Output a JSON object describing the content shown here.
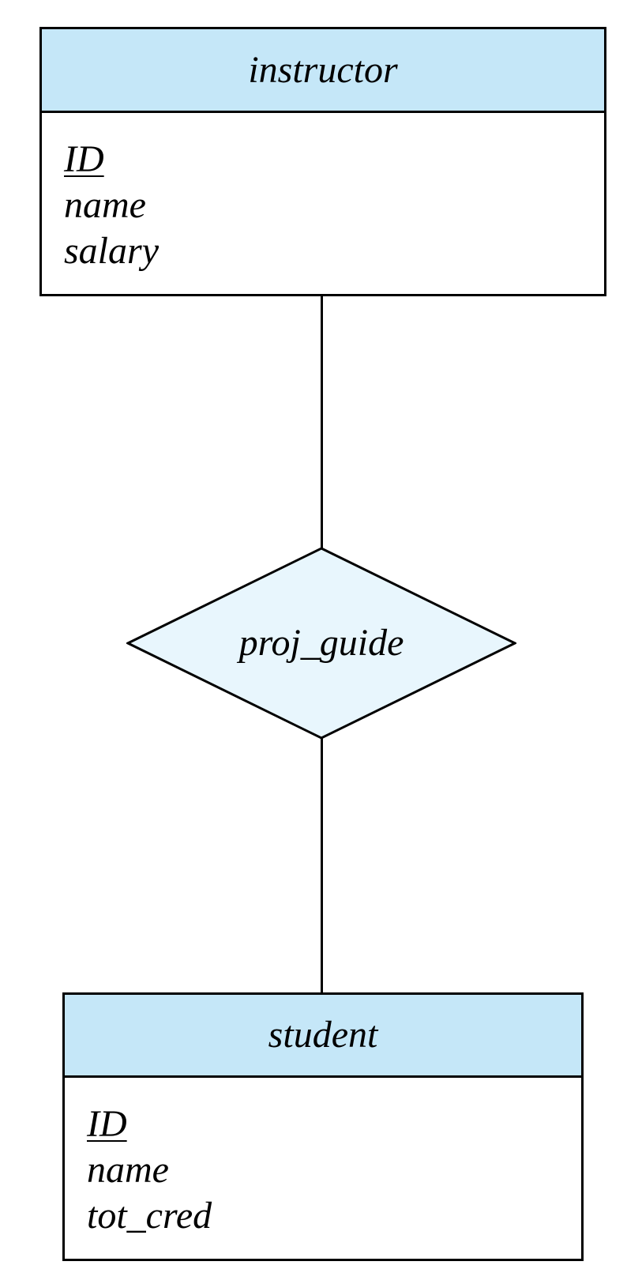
{
  "entities": {
    "instructor": {
      "name": "instructor",
      "attributes": [
        {
          "label": "ID",
          "primary_key": true
        },
        {
          "label": "name",
          "primary_key": false
        },
        {
          "label": "salary",
          "primary_key": false
        }
      ]
    },
    "student": {
      "name": "student",
      "attributes": [
        {
          "label": "ID",
          "primary_key": true
        },
        {
          "label": "name",
          "primary_key": false
        },
        {
          "label": "tot_cred",
          "primary_key": false
        }
      ]
    }
  },
  "relationship": {
    "name": "proj_guide",
    "connects": [
      "instructor",
      "student"
    ]
  },
  "colors": {
    "entity_header_fill": "#c5e7f8",
    "relationship_fill": "#e8f6fd",
    "stroke": "#000000"
  }
}
